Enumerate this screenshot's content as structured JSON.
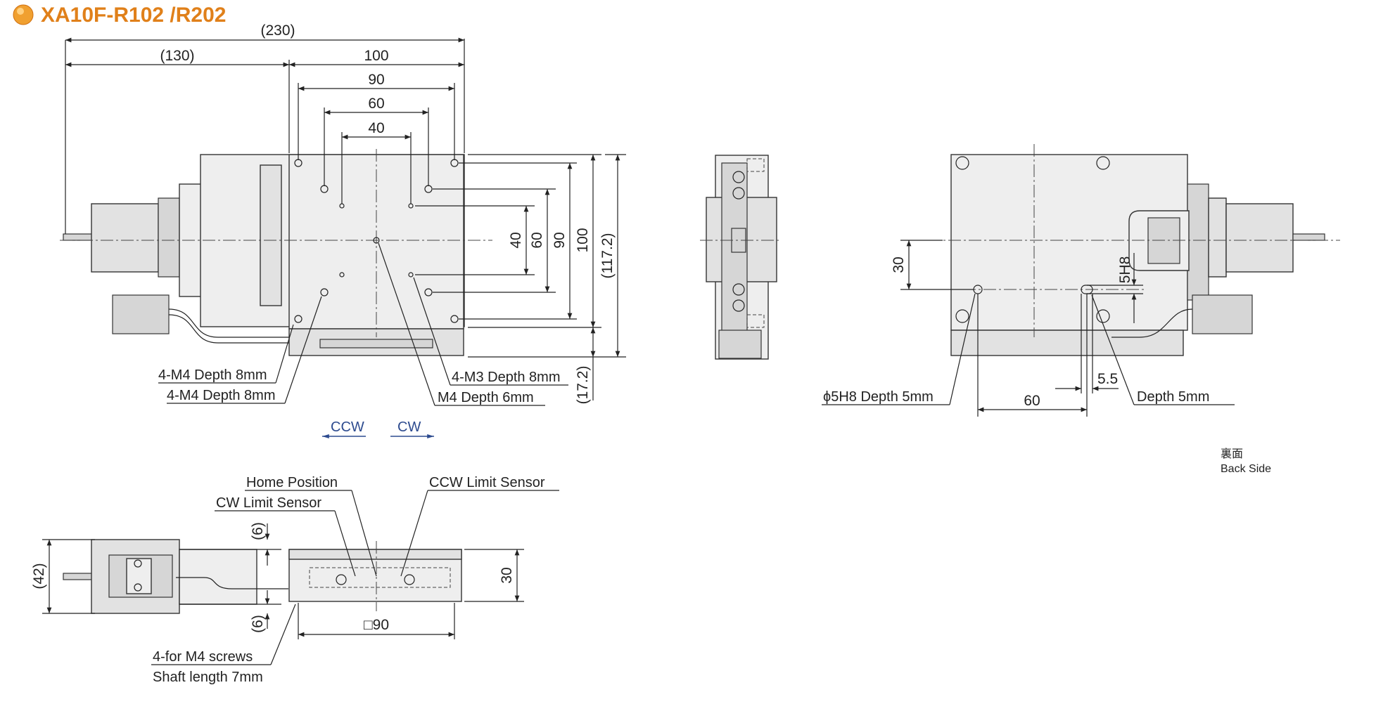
{
  "title": "XA10F-R102 /R202",
  "colors": {
    "accent": "#e0801a",
    "direction": "#2d4b8f",
    "body": "#eeeeee",
    "line": "#222222"
  },
  "icons": {
    "bullet": "orange-circle-bullet"
  },
  "top_view": {
    "dims": {
      "d230": "(230)",
      "d130": "(130)",
      "d100": "100",
      "d90": "90",
      "d60": "60",
      "d40": "40",
      "v40": "40",
      "v60": "60",
      "v90": "90",
      "v100": "100",
      "v117": "(117.2)",
      "v17": "(17.2)"
    },
    "callouts": {
      "m4a": "4-M4 Depth 8mm",
      "m4b": "4-M4 Depth 8mm",
      "m3": "4-M3 Depth 8mm",
      "m4c": "M4 Depth 6mm"
    },
    "directions": {
      "ccw": "CCW",
      "cw": "CW"
    }
  },
  "back_view": {
    "dims": {
      "d30": "30",
      "d5h8": "5H8",
      "d55": "5.5",
      "d60": "60"
    },
    "callouts": {
      "phi": "ϕ5H8 Depth 5mm",
      "depth": "Depth 5mm"
    },
    "caption_jp": "裏面",
    "caption_en": "Back Side"
  },
  "front_view": {
    "dims": {
      "d42": "(42)",
      "d6a": "(6)",
      "d6b": "(6)",
      "d30": "30",
      "d90": "□90"
    },
    "callouts": {
      "home": "Home Position",
      "cwlimit": "CW Limit Sensor",
      "ccwlimit": "CCW Limit Sensor",
      "screws": "4-for M4 screws",
      "shaft": "Shaft length 7mm"
    }
  }
}
